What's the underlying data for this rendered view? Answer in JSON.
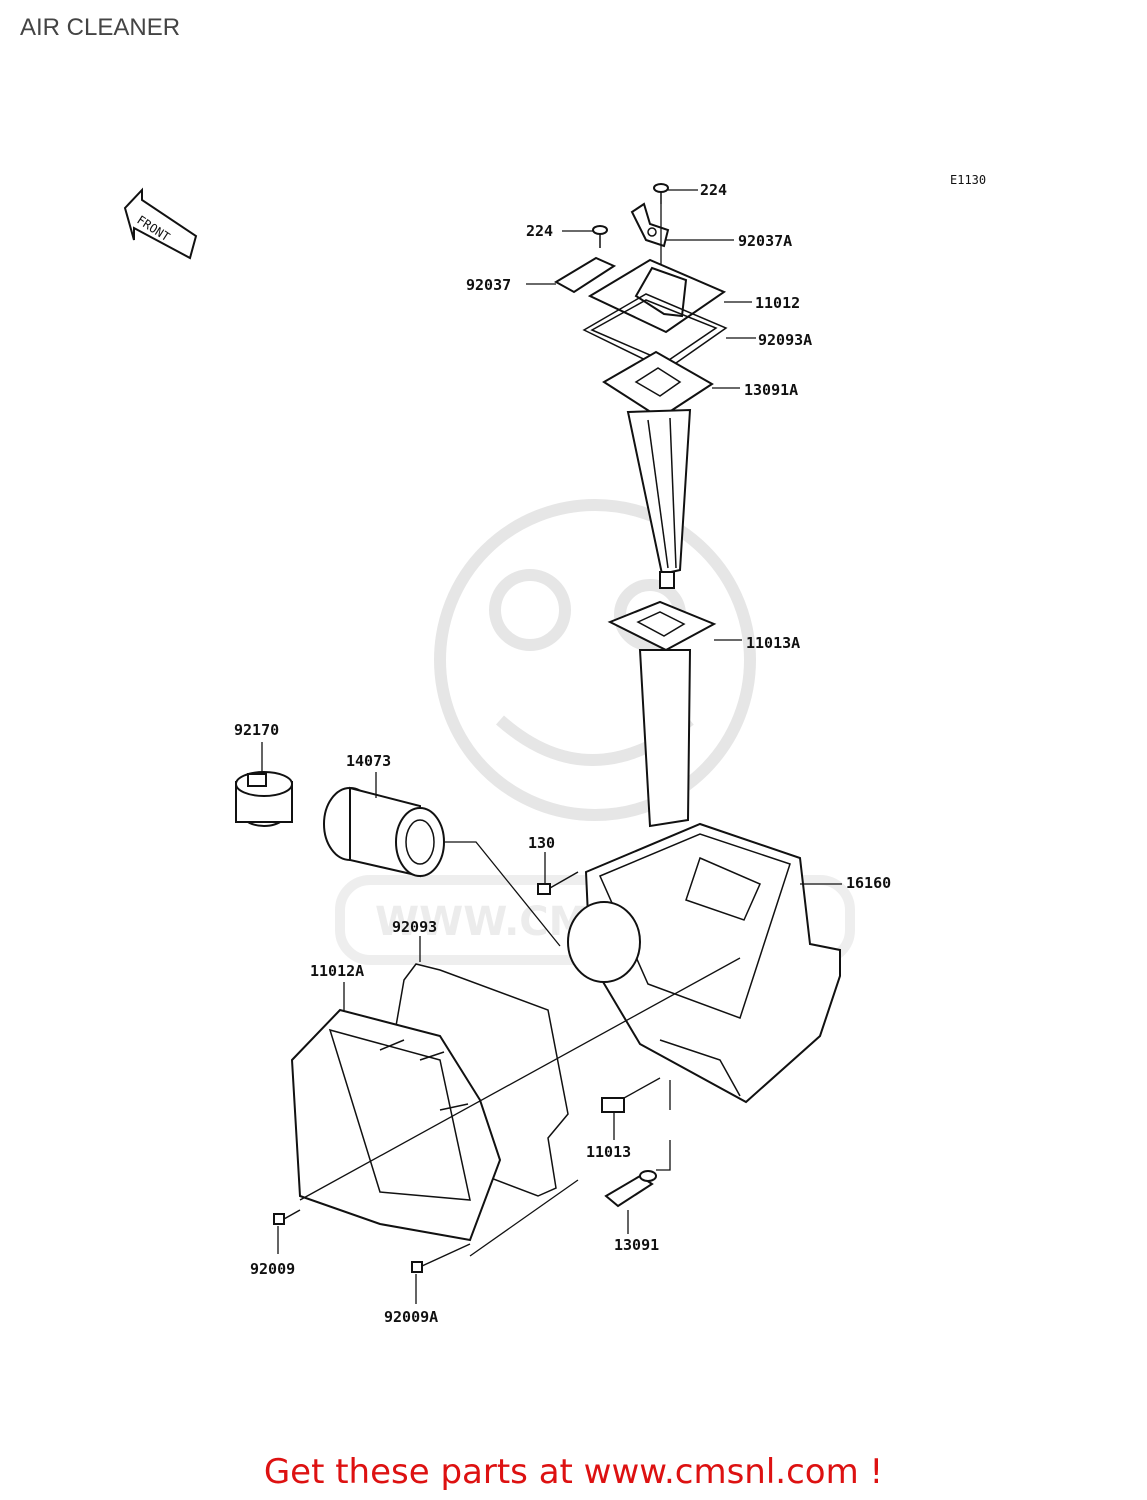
{
  "header": {
    "title": "AIR CLEANER"
  },
  "diagram": {
    "ref_code": "E1130",
    "direction_label": "FRONT",
    "watermark_text": "WWW.CMSNL.COM",
    "parts": {
      "p224_top": "224",
      "p224_left": "224",
      "p92037A": "92037A",
      "p92037": "92037",
      "p11012": "11012",
      "p92093A": "92093A",
      "p13091A": "13091A",
      "p11013A": "11013A",
      "p92170": "92170",
      "p14073": "14073",
      "p130": "130",
      "p16160": "16160",
      "p92093": "92093",
      "p11012A": "11012A",
      "p11013": "11013",
      "p13091": "13091",
      "p92009": "92009",
      "p92009A": "92009A"
    }
  },
  "footer": {
    "text": "Get these parts at www.cmsnl.com !"
  }
}
